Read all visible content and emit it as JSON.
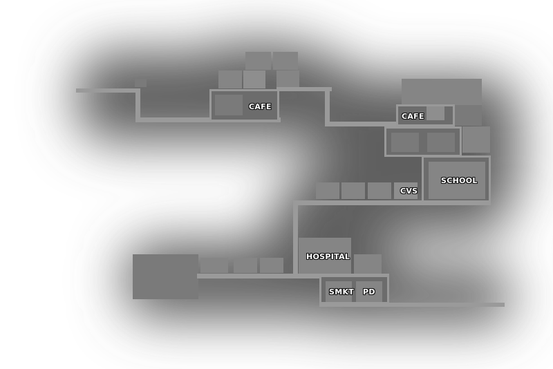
{
  "map": {
    "labels": {
      "cafe_north": "CAFE",
      "cafe_east": "CAFE",
      "school": "SCHOOL",
      "cvs": "CVS",
      "hospital": "HOSPITAL",
      "smkt": "SMKT",
      "pd": "PD"
    },
    "colors": {
      "background": "#ffffff",
      "fog": "#6e6e6e",
      "building": "#858585",
      "road": "#9a9a9a",
      "label_text": "#ffffff",
      "label_outline": "#111111"
    }
  }
}
